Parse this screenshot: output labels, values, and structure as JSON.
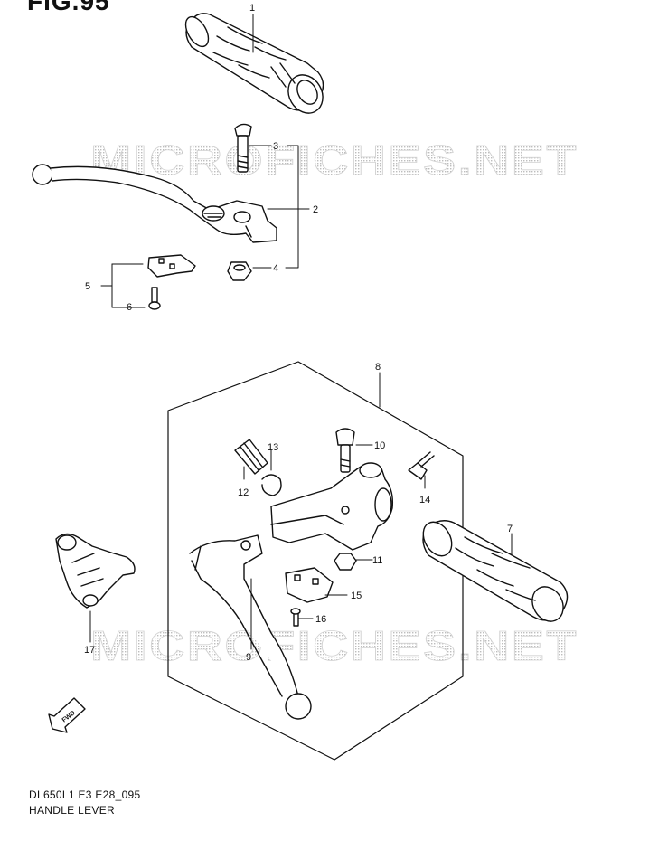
{
  "figure": {
    "title": "FIG.95"
  },
  "watermark": {
    "text": "MICROFICHES.NET"
  },
  "callouts": [
    "1",
    "2",
    "3",
    "4",
    "5",
    "6",
    "7",
    "8",
    "9",
    "10",
    "11",
    "12",
    "13",
    "14",
    "15",
    "16",
    "17"
  ],
  "badge": {
    "text": "FWD"
  },
  "caption": {
    "code": "DL650L1 E3 E28_095",
    "name": "HANDLE LEVER"
  }
}
